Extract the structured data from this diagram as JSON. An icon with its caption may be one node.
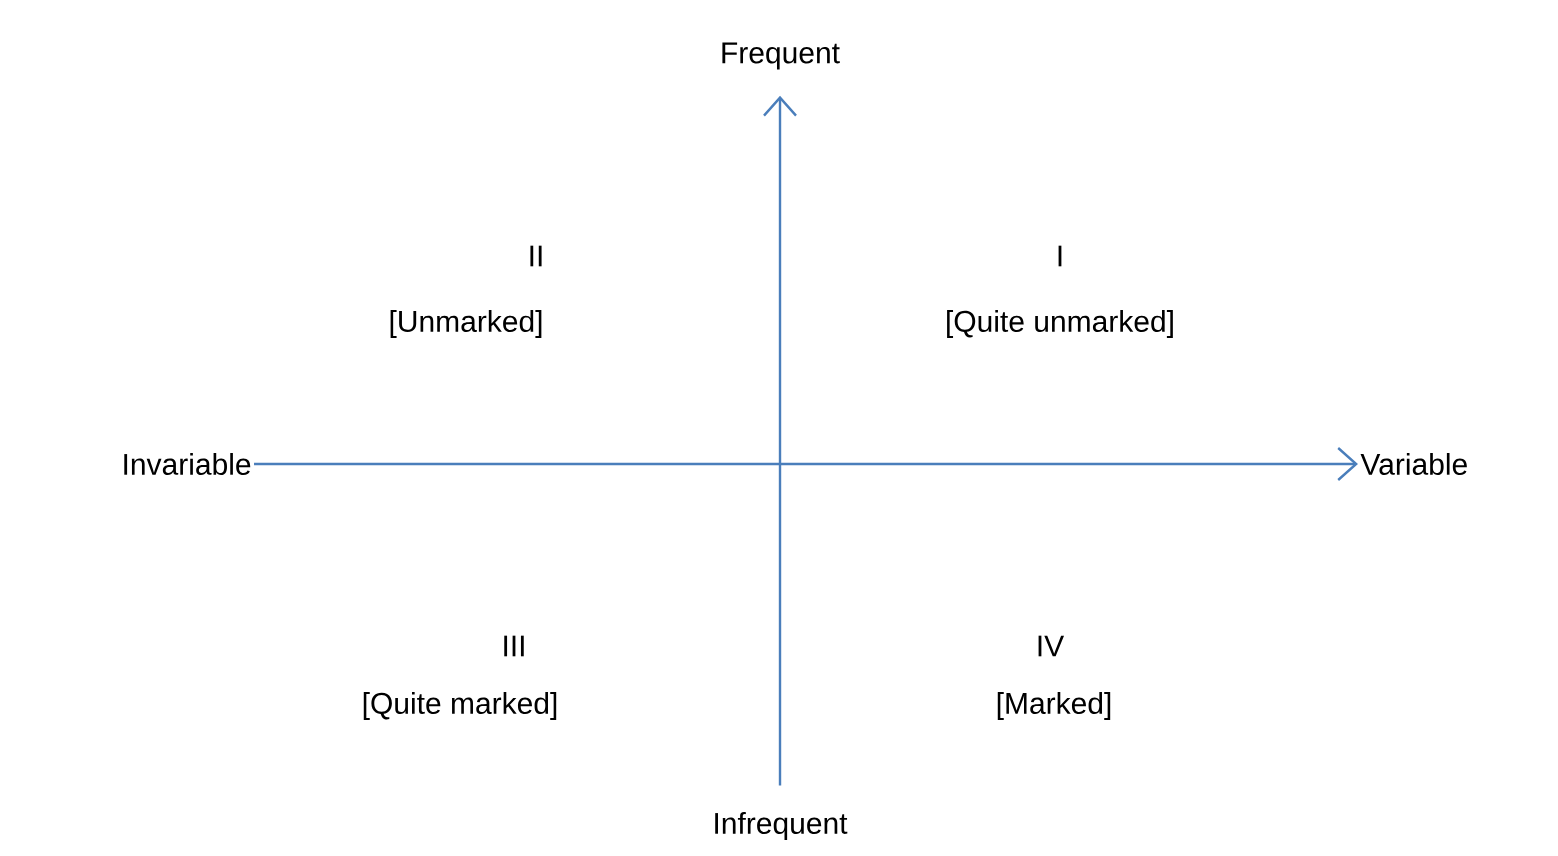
{
  "diagram": {
    "nodes": [
      {
        "text": [
          "Frequent"
        ]
      },
      {
        "text": [
          "Invariable"
        ]
      },
      {
        "text": [
          "Variable"
        ]
      },
      {
        "text": [
          "Infrequent"
        ]
      }
    ],
    "edges": [
      {
        "from": 1,
        "to": 2,
        "arrow": "to"
      },
      {
        "from": 3,
        "to": 0,
        "arrow": "to"
      }
    ],
    "labels": [
      "II",
      "[Unmarked]",
      "I",
      "[Quite unmarked]",
      "III",
      "[Quite marked]",
      "IV",
      "[Marked]"
    ]
  }
}
